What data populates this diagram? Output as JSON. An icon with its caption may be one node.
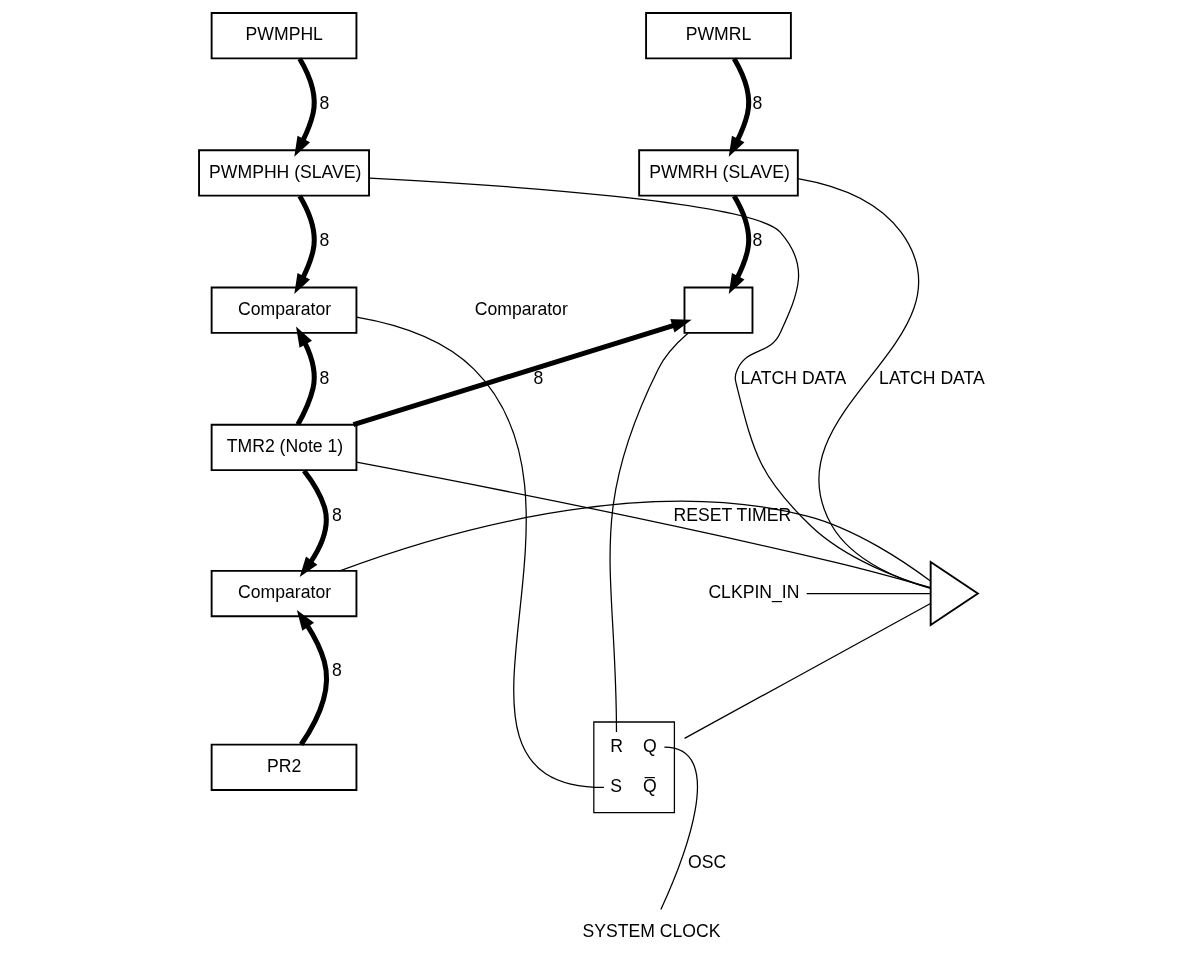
{
  "diagram": {
    "nodes": [
      {
        "text": [
          "PWMPHL"
        ]
      },
      {
        "text": [
          "PWMRL"
        ]
      },
      {
        "text": [
          "PWMPHH (SLAVE)"
        ]
      },
      {
        "text": [
          "PWMRH (SLAVE)"
        ]
      },
      {
        "text": [
          "Comparator"
        ]
      },
      {
        "text": [],
        "shape": "box"
      },
      {
        "text": [
          "TMR2 (Note 1)"
        ]
      },
      {
        "text": [
          "Comparator"
        ]
      },
      {
        "text": [
          "PR2"
        ]
      },
      {
        "text": [
          "R",
          "Q",
          "S",
          "Q̅"
        ]
      },
      {
        "text": [],
        "shape": "gate"
      },
      {
        "text": [
          "CLKPIN_IN"
        ]
      },
      {
        "text": [
          "SYSTEM CLOCK"
        ]
      }
    ],
    "edges": [
      {
        "from": 0,
        "to": 2,
        "arrow": "to",
        "style": "thick",
        "label": "8"
      },
      {
        "from": 1,
        "to": 3,
        "arrow": "to",
        "style": "thick",
        "label": "8"
      },
      {
        "from": 2,
        "to": 4,
        "arrow": "to",
        "style": "thick",
        "label": "8"
      },
      {
        "from": 3,
        "to": 5,
        "arrow": "to",
        "style": "thick",
        "label": "8"
      },
      {
        "from": 6,
        "to": 4,
        "arrow": "to",
        "style": "thick",
        "label": "8"
      },
      {
        "from": 6,
        "to": 5,
        "arrow": "to",
        "style": "thick",
        "label": "8"
      },
      {
        "from": 6,
        "to": 7,
        "arrow": "to",
        "style": "thick",
        "label": "8"
      },
      {
        "from": 8,
        "to": 7,
        "arrow": "to",
        "style": "thick",
        "label": "8"
      },
      {
        "from": 10,
        "to": 3,
        "arrow": "none",
        "label": "LATCH DATA"
      },
      {
        "from": 10,
        "to": 2,
        "arrow": "none",
        "label": "LATCH DATA"
      },
      {
        "from": 10,
        "to": 9,
        "arrow": "none"
      },
      {
        "from": 5,
        "to": 9,
        "arrow": "none"
      },
      {
        "from": 4,
        "to": 9,
        "arrow": "none"
      },
      {
        "from": 10,
        "to": 6,
        "arrow": "none",
        "label": "RESET TIMER"
      },
      {
        "from": 7,
        "to": 10,
        "arrow": "none"
      },
      {
        "from": 11,
        "to": 10,
        "arrow": "none"
      },
      {
        "from": 9,
        "to": 12,
        "arrow": "none",
        "label": "OSC"
      }
    ],
    "labels": [
      "Comparator"
    ]
  }
}
